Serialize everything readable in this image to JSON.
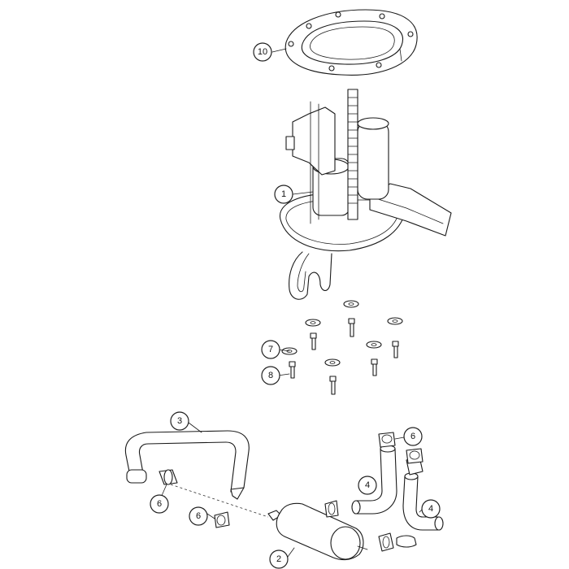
{
  "callouts": [
    {
      "id": "c10",
      "label": "10"
    },
    {
      "id": "c1",
      "label": "1"
    },
    {
      "id": "c7",
      "label": "7"
    },
    {
      "id": "c8",
      "label": "8"
    },
    {
      "id": "c3",
      "label": "3"
    },
    {
      "id": "c6a",
      "label": "6"
    },
    {
      "id": "c6b",
      "label": "6"
    },
    {
      "id": "c6c",
      "label": "6"
    },
    {
      "id": "c4a",
      "label": "4"
    },
    {
      "id": "c4b",
      "label": "4"
    },
    {
      "id": "c2",
      "label": "2"
    }
  ]
}
